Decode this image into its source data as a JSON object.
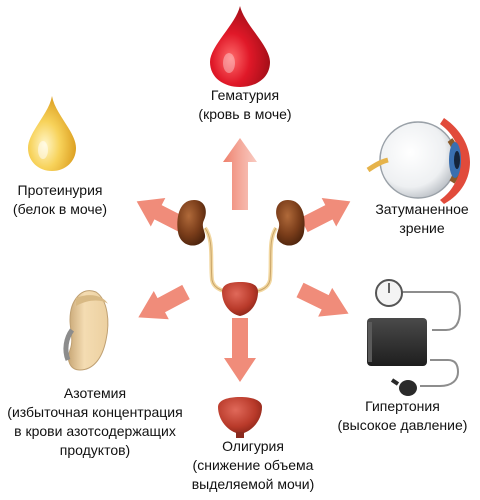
{
  "colors": {
    "arrow": "#f08c7a",
    "blood": "#e01828",
    "protein": "#f2c038",
    "kidney": "#7a3d1a",
    "bladder": "#b93a2a",
    "cuff": "#2e2e2e"
  },
  "icons": {
    "blood_drop": "blood-drop-icon",
    "protein_drop": "protein-drop-icon",
    "eye": "eye-icon",
    "kidney": "kidney-icon",
    "bladder": "bladder-icon",
    "blood_pressure_monitor": "blood-pressure-monitor-icon"
  },
  "symptoms": {
    "hematuria": {
      "line1": "Гематурия",
      "line2": "(кровь в моче)"
    },
    "proteinuria": {
      "line1": "Протеинурия",
      "line2": "(белок в моче)"
    },
    "blurred_vision": {
      "line1": "Затуманенное",
      "line2": "зрение"
    },
    "azotemia": {
      "line1": "Азотемия",
      "line2": "(избыточная концентрация",
      "line3": "в крови азотсодержащих",
      "line4": "продуктов)"
    },
    "hypertension": {
      "line1": "Гипертония",
      "line2": "(высокое давление)"
    },
    "oliguria": {
      "line1": "Олигурия",
      "line2": "(снижение объема",
      "line3": "выделяемой мочи)"
    }
  }
}
